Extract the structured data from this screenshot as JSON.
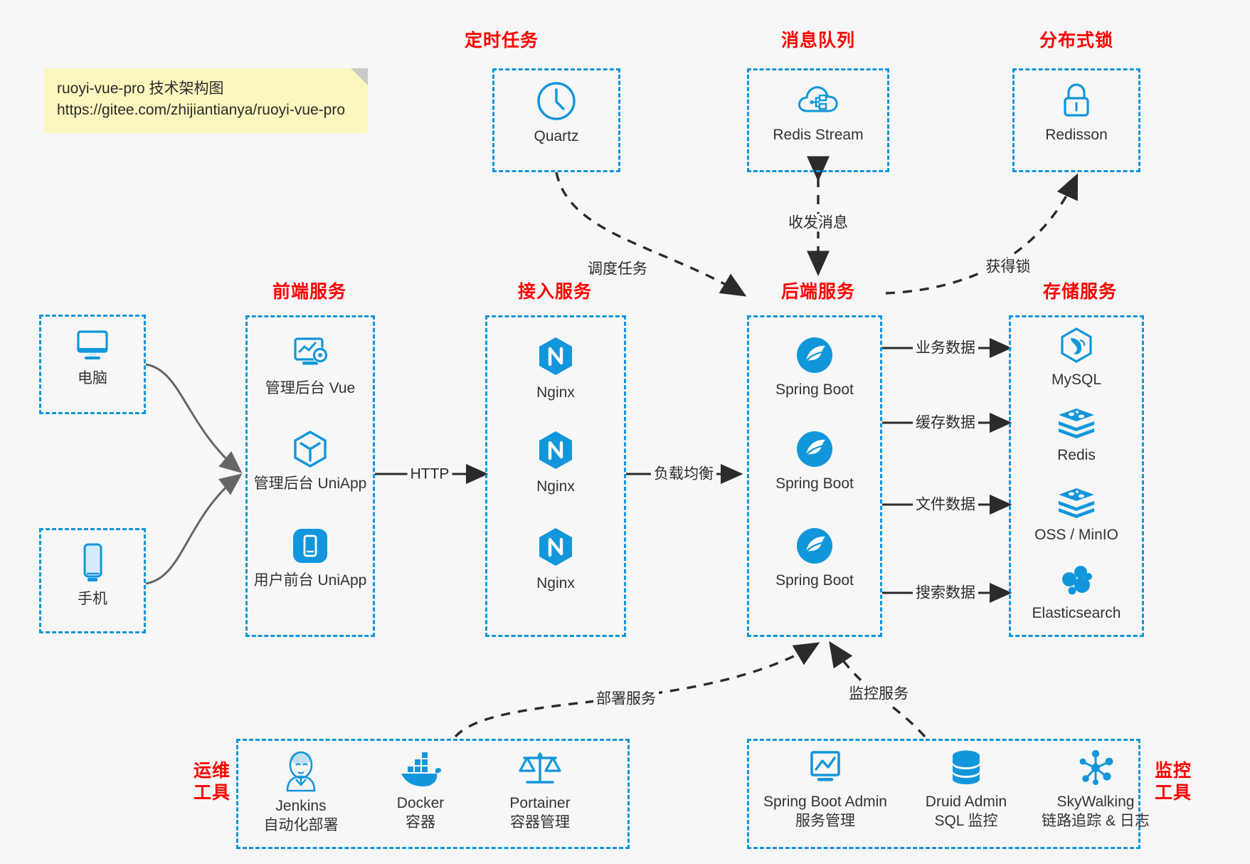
{
  "note": {
    "line1": "ruoyi-vue-pro 技术架构图",
    "line2": "https://gitee.com/zhijiantianya/ruoyi-vue-pro"
  },
  "groups": {
    "scheduled_task": {
      "title": "定时任务",
      "items": [
        {
          "label": "Quartz",
          "icon": "clock-icon"
        }
      ]
    },
    "message_queue": {
      "title": "消息队列",
      "items": [
        {
          "label": "Redis Stream",
          "icon": "cloud-network-icon"
        }
      ]
    },
    "distributed_lock": {
      "title": "分布式锁",
      "items": [
        {
          "label": "Redisson",
          "icon": "lock-icon"
        }
      ]
    },
    "clients": {
      "items": [
        {
          "label": "电脑",
          "icon": "desktop-monitor-icon"
        },
        {
          "label": "手机",
          "icon": "mobile-phone-icon"
        }
      ]
    },
    "frontend": {
      "title": "前端服务",
      "items": [
        {
          "label": "管理后台 Vue",
          "icon": "dashboard-gear-icon"
        },
        {
          "label": "管理后台 UniApp",
          "icon": "cube-icon"
        },
        {
          "label": "用户前台 UniApp",
          "icon": "mobile-app-icon"
        }
      ]
    },
    "gateway": {
      "title": "接入服务",
      "items": [
        {
          "label": "Nginx",
          "icon": "nginx-icon"
        },
        {
          "label": "Nginx",
          "icon": "nginx-icon"
        },
        {
          "label": "Nginx",
          "icon": "nginx-icon"
        }
      ]
    },
    "backend": {
      "title": "后端服务",
      "items": [
        {
          "label": "Spring Boot",
          "icon": "spring-leaf-icon"
        },
        {
          "label": "Spring Boot",
          "icon": "spring-leaf-icon"
        },
        {
          "label": "Spring Boot",
          "icon": "spring-leaf-icon"
        }
      ]
    },
    "storage": {
      "title": "存储服务",
      "items": [
        {
          "label": "MySQL",
          "icon": "mysql-dolphin-icon"
        },
        {
          "label": "Redis",
          "icon": "redis-stack-icon"
        },
        {
          "label": "OSS / MinIO",
          "icon": "redis-stack-icon"
        },
        {
          "label": "Elasticsearch",
          "icon": "elasticsearch-icon"
        }
      ]
    },
    "devops": {
      "title": "运维\n工具",
      "items": [
        {
          "label": "Jenkins",
          "sub": "自动化部署",
          "icon": "jenkins-butler-icon"
        },
        {
          "label": "Docker",
          "sub": "容器",
          "icon": "docker-whale-icon"
        },
        {
          "label": "Portainer",
          "sub": "容器管理",
          "icon": "scales-icon"
        }
      ]
    },
    "monitoring": {
      "title": "监控\n工具",
      "items": [
        {
          "label": "Spring Boot Admin",
          "sub": "服务管理",
          "icon": "monitor-chart-icon"
        },
        {
          "label": "Druid Admin",
          "sub": "SQL 监控",
          "icon": "database-icon"
        },
        {
          "label": "SkyWalking",
          "sub": "链路追踪 & 日志",
          "icon": "network-nodes-icon"
        }
      ]
    }
  },
  "edges": {
    "schedule_task": "调度任务",
    "send_receive_message": "收发消息",
    "acquire_lock": "获得锁",
    "http": "HTTP",
    "load_balance": "负载均衡",
    "business_data": "业务数据",
    "cache_data": "缓存数据",
    "file_data": "文件数据",
    "search_data": "搜索数据",
    "deploy_service": "部署服务",
    "monitor_service": "监控服务"
  },
  "colors": {
    "accent_blue": "#1296db",
    "title_red": "#ff0000",
    "note_yellow": "#fbf7bf",
    "background": "#f7f7f7"
  }
}
